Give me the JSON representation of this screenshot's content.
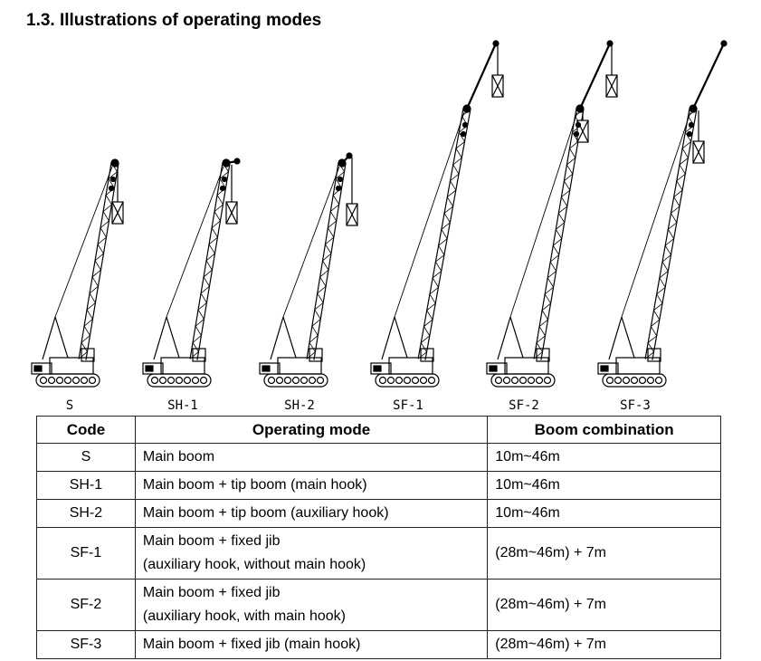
{
  "title": "1.3.  Illustrations of operating modes",
  "cranes": [
    {
      "label": "S"
    },
    {
      "label": "SH-1"
    },
    {
      "label": "SH-2"
    },
    {
      "label": "SF-1"
    },
    {
      "label": "SF-2"
    },
    {
      "label": "SF-3"
    }
  ],
  "table": {
    "headers": [
      "Code",
      "Operating mode",
      "Boom combination"
    ],
    "rows": [
      {
        "code": "S",
        "mode": [
          "Main boom"
        ],
        "boom": "10m~46m"
      },
      {
        "code": "SH-1",
        "mode": [
          "Main boom + tip boom (main hook)"
        ],
        "boom": "10m~46m"
      },
      {
        "code": "SH-2",
        "mode": [
          "Main boom + tip boom (auxiliary hook)"
        ],
        "boom": "10m~46m"
      },
      {
        "code": "SF-1",
        "mode": [
          "Main boom + fixed jib",
          "(auxiliary hook, without main hook)"
        ],
        "boom": "(28m~46m) + 7m"
      },
      {
        "code": "SF-2",
        "mode": [
          "Main boom + fixed jib",
          "(auxiliary hook, with main hook)"
        ],
        "boom": "(28m~46m) + 7m"
      },
      {
        "code": "SF-3",
        "mode": [
          "Main boom + fixed jib (main hook)"
        ],
        "boom": "(28m~46m) + 7m"
      }
    ]
  }
}
